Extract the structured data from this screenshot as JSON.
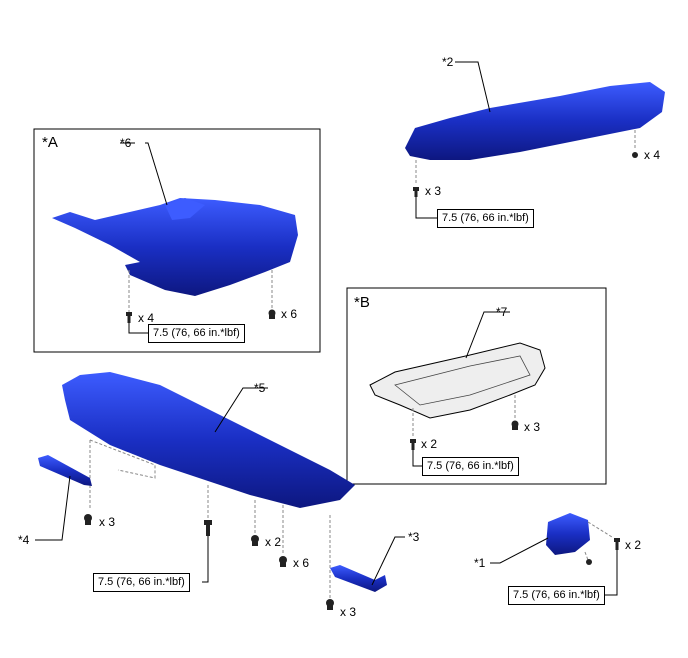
{
  "views": {
    "a": "*A",
    "b": "*B"
  },
  "callouts": {
    "c1": "*1",
    "c2": "*2",
    "c3": "*3",
    "c4": "*4",
    "c5": "*5",
    "c6": "*6",
    "c7": "*7"
  },
  "quantities": {
    "a_left": "x 4",
    "a_right": "x 6",
    "p2_right": "x 4",
    "p2_left": "x 3",
    "b_left": "x 2",
    "b_right": "x 3",
    "p4": "x 3",
    "p5_a": "x 2",
    "p5_b": "x 6",
    "p3": "x 3",
    "p1": "x 2"
  },
  "torque": "7.5 (76, 66 in.*lbf)",
  "colors": {
    "part": "#1a2fc4",
    "part_dark": "#0d1780",
    "part_light": "#3d5cff",
    "outline_part": "#e6e6e6"
  }
}
